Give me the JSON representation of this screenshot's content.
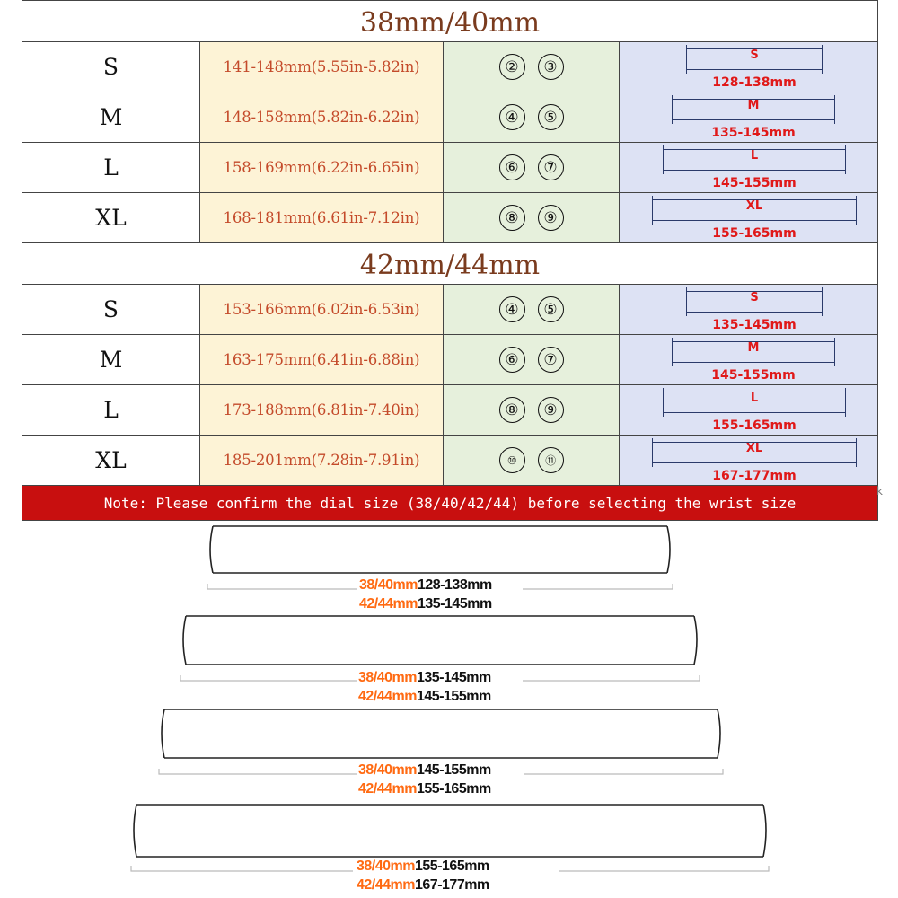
{
  "sections": [
    {
      "title": "38mm/40mm",
      "rows": [
        {
          "size": "S",
          "range": "141-148mm(5.55in-5.82in)",
          "hole_a": "②",
          "hole_b": "③",
          "band_label": "S",
          "band_range": "128-138mm"
        },
        {
          "size": "M",
          "range": "148-158mm(5.82in-6.22in)",
          "hole_a": "④",
          "hole_b": "⑤",
          "band_label": "M",
          "band_range": "135-145mm"
        },
        {
          "size": "L",
          "range": "158-169mm(6.22in-6.65in)",
          "hole_a": "⑥",
          "hole_b": "⑦",
          "band_label": "L",
          "band_range": "145-155mm"
        },
        {
          "size": "XL",
          "range": "168-181mm(6.61in-7.12in)",
          "hole_a": "⑧",
          "hole_b": "⑨",
          "band_label": "XL",
          "band_range": "155-165mm"
        }
      ]
    },
    {
      "title": "42mm/44mm",
      "rows": [
        {
          "size": "S",
          "range": "153-166mm(6.02in-6.53in)",
          "hole_a": "④",
          "hole_b": "⑤",
          "band_label": "S",
          "band_range": "135-145mm"
        },
        {
          "size": "M",
          "range": "163-175mm(6.41in-6.88in)",
          "hole_a": "⑥",
          "hole_b": "⑦",
          "band_label": "M",
          "band_range": "145-155mm"
        },
        {
          "size": "L",
          "range": "173-188mm(6.81in-7.40in)",
          "hole_a": "⑧",
          "hole_b": "⑨",
          "band_label": "L",
          "band_range": "155-165mm"
        },
        {
          "size": "XL",
          "range": "185-201mm(7.28in-7.91in)",
          "hole_a": "⑩",
          "hole_b": "⑪",
          "band_label": "XL",
          "band_range": "167-177mm"
        }
      ]
    }
  ],
  "note": "Note: Please confirm the dial size (38/40/42/44) before selecting the wrist size",
  "stray_mark": "k",
  "bands": [
    {
      "dial_a": "38/40mm",
      "range_a": "128-138mm",
      "dial_b": "42/44mm",
      "range_b": "135-145mm"
    },
    {
      "dial_a": "38/40mm",
      "range_a": "135-145mm",
      "dial_b": "42/44mm",
      "range_b": "145-155mm"
    },
    {
      "dial_a": "38/40mm",
      "range_a": "145-155mm",
      "dial_b": "42/44mm",
      "range_b": "155-165mm"
    },
    {
      "dial_a": "38/40mm",
      "range_a": "155-165mm",
      "dial_b": "42/44mm",
      "range_b": "167-177mm"
    }
  ],
  "colors": {
    "title": "#7a3b1e",
    "range_text": "#c44a2a",
    "range_bg": "#fdf3d6",
    "hole_bg": "#e6f0dc",
    "band_bg": "#dde2f4",
    "band_text": "#e01818",
    "note_bg": "#c80f0f",
    "dial_text": "#ff6a12"
  }
}
